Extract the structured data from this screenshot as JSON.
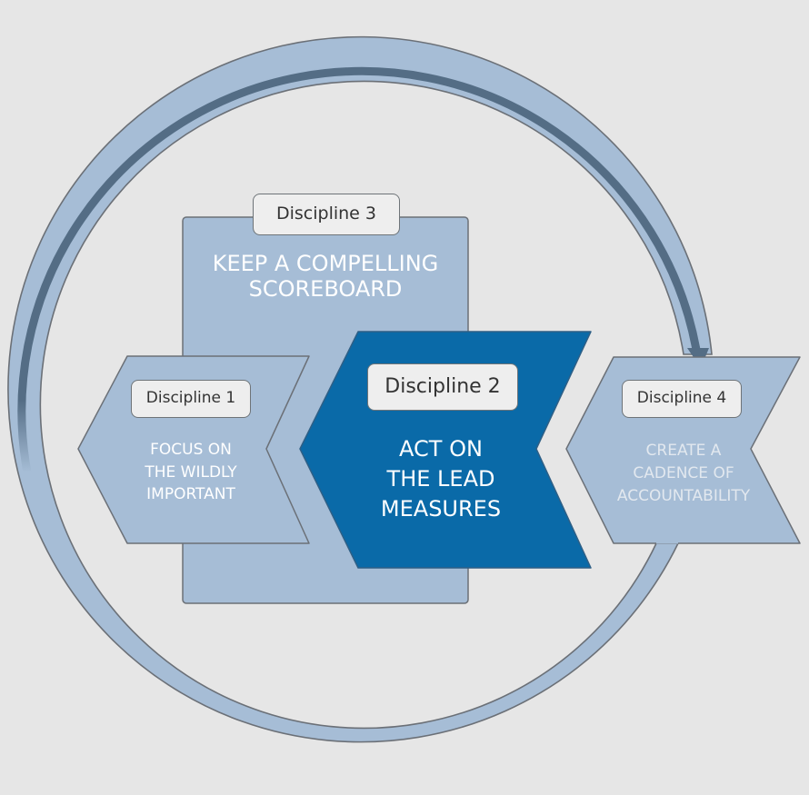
{
  "diagram": {
    "title": "The 4 Disciplines of Execution cycle",
    "colors": {
      "background": "#e6e6e6",
      "ring_fill": "#a6bdd6",
      "ring_stroke": "#6b7077",
      "arrow_core": "#546d85",
      "box_light": "#a6bdd6",
      "box_active": "#0a6aa8",
      "label_bg": "#eeeeee",
      "label_text": "#333333",
      "title_text": "#ffffff",
      "faded_text": "#e2e8ef"
    },
    "disciplines": [
      {
        "label": "Discipline 1",
        "title": "FOCUS ON\nTHE WILDLY\nIMPORTANT",
        "active": false
      },
      {
        "label": "Discipline 2",
        "title": "ACT ON\nTHE LEAD\nMEASURES",
        "active": true
      },
      {
        "label": "Discipline 3",
        "title": "KEEP A COMPELLING\nSCOREBOARD",
        "active": false
      },
      {
        "label": "Discipline 4",
        "title": "CREATE A\nCADENCE OF\nACCOUNTABILITY",
        "active": false
      }
    ]
  }
}
